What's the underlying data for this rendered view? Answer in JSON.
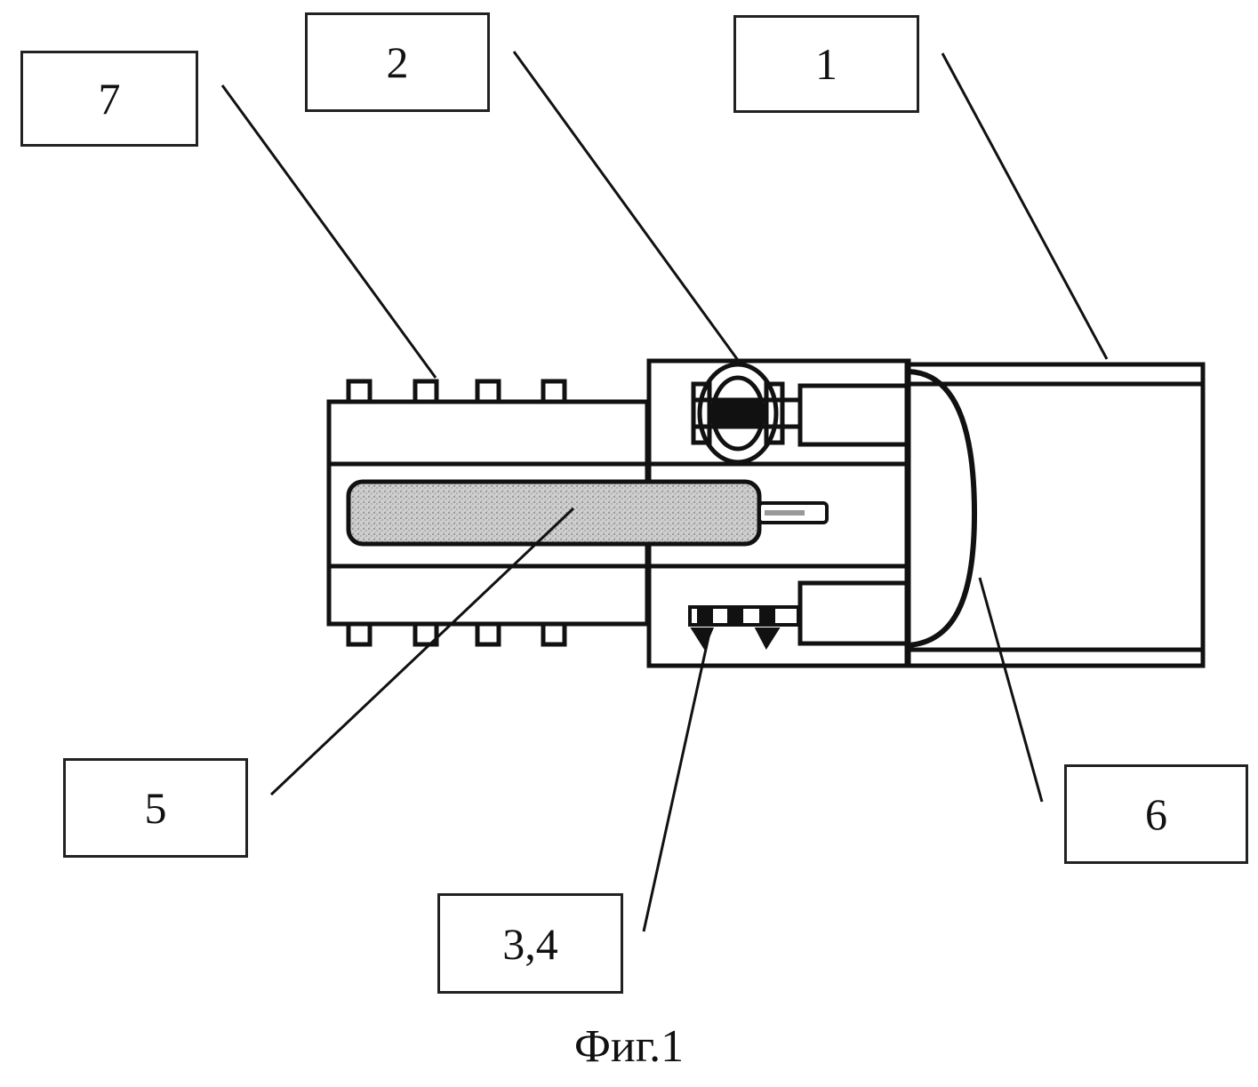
{
  "labels": {
    "l1": "1",
    "l2": "2",
    "l34": "3,4",
    "l5": "5",
    "l6": "6",
    "l7": "7"
  },
  "caption": "Фиг.1"
}
